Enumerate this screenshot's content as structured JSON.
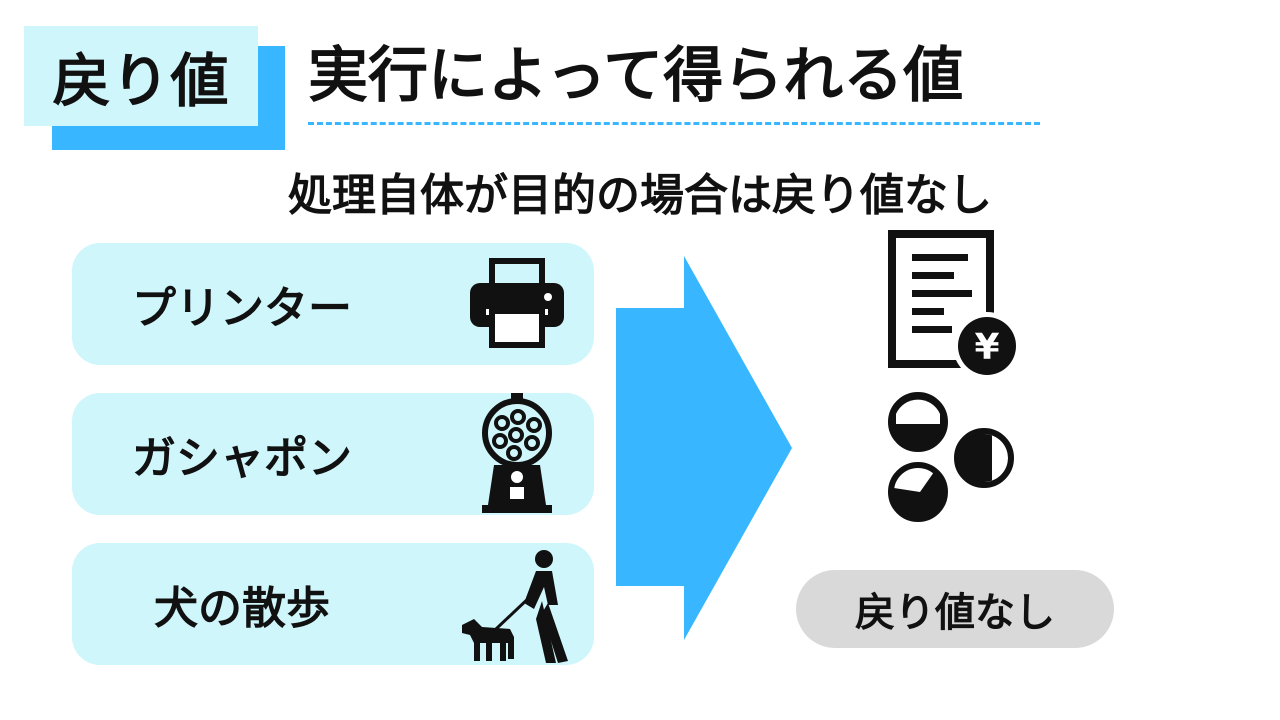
{
  "header": {
    "tag": "戻り値",
    "title": "実行によって得られる値"
  },
  "subtitle": "処理自体が目的の場合は戻り値なし",
  "examples": [
    {
      "label": "プリンター",
      "icon": "printer-icon"
    },
    {
      "label": "ガシャポン",
      "icon": "gumball-machine-icon"
    },
    {
      "label": "犬の散歩",
      "icon": "dog-walking-icon"
    }
  ],
  "results": {
    "icons": [
      "document-yen-icon",
      "coins-icon"
    ],
    "yen_symbol": "¥",
    "label": "戻り値なし"
  },
  "colors": {
    "accent_blue": "#38b6ff",
    "card_bg": "#cff6fb",
    "pill_bg": "#d9d9d9",
    "text": "#111111"
  }
}
